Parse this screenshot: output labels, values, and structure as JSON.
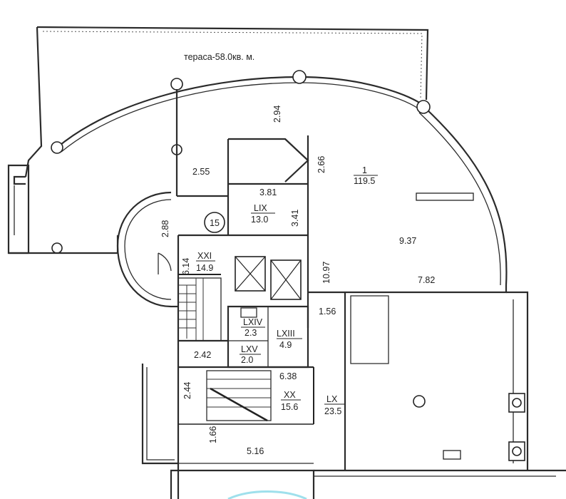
{
  "terrace_label": "тераса-58.0кв. м.",
  "rooms": [
    {
      "id": "1",
      "area": "119.5"
    },
    {
      "id": "LIX",
      "area": "13.0"
    },
    {
      "id": "XXI",
      "area": "14.9"
    },
    {
      "id": "LXIV",
      "area": "2.3"
    },
    {
      "id": "LXIII",
      "area": "4.9"
    },
    {
      "id": "LXV",
      "area": "2.0"
    },
    {
      "id": "XX",
      "area": "15.6"
    },
    {
      "id": "LX",
      "area": "23.5"
    }
  ],
  "dimensions": {
    "d294": "2.94",
    "d266": "2.66",
    "d255": "2.55",
    "d381": "3.81",
    "d341": "3.41",
    "d288": "2.88",
    "d937": "9.37",
    "d614": "6.14",
    "d1097": "10.97",
    "d782": "7.82",
    "d156": "1.56",
    "d242": "2.42",
    "d638": "6.38",
    "d244": "2.44",
    "d166": "1.66",
    "d516": "5.16"
  },
  "marker": "15"
}
